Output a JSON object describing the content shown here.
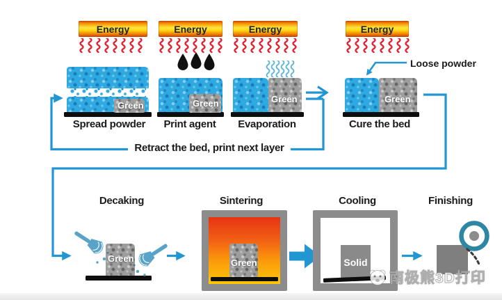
{
  "top_row": {
    "stages": [
      {
        "caption": "Spread powder",
        "energy_label": "Energy",
        "block_label": "Green"
      },
      {
        "caption": "Print agent",
        "energy_label": "Energy",
        "block_label": "Green"
      },
      {
        "caption": "Evaporation",
        "energy_label": "Energy",
        "block_label": "Green"
      },
      {
        "caption": "Cure the bed",
        "energy_label": "Energy",
        "block_label": "Green",
        "callout_label": "Loose powder"
      }
    ],
    "retract_label": "Retract the bed, print next layer"
  },
  "bottom_row": {
    "stages": [
      {
        "caption": "Decaking",
        "block_label": "Green"
      },
      {
        "caption": "Sintering",
        "block_label": "Green"
      },
      {
        "caption": "Cooling",
        "block_label": "Solid"
      },
      {
        "caption": "Finishing"
      }
    ]
  },
  "watermark": {
    "text": "南极熊3D打印"
  },
  "icons": {
    "heat_waves": "red wavy radiation lines under energy bar",
    "binder_droplets": "three black ink drops",
    "vapor_waves": "light blue steam squiggles",
    "brush": "blue cleaning brush",
    "polishing_roller": "teal wheel with gray hub and spark dashes",
    "bear_logo": "white bear face watermark logo"
  },
  "colors": {
    "powder_blue": "#2fa9e1",
    "arrow_blue": "#2196d3",
    "heat_red": "#e11f2f",
    "steam_blue": "#5fb6d6",
    "energy_yellow": "#ffe33a",
    "energy_orange": "#d04505",
    "furnace_red": "#e83312",
    "furnace_yellow": "#ffc808",
    "frame_gray": "#8c8c8c",
    "block_gray": "#9d9d9d",
    "roller_teal": "#2e86a5"
  }
}
